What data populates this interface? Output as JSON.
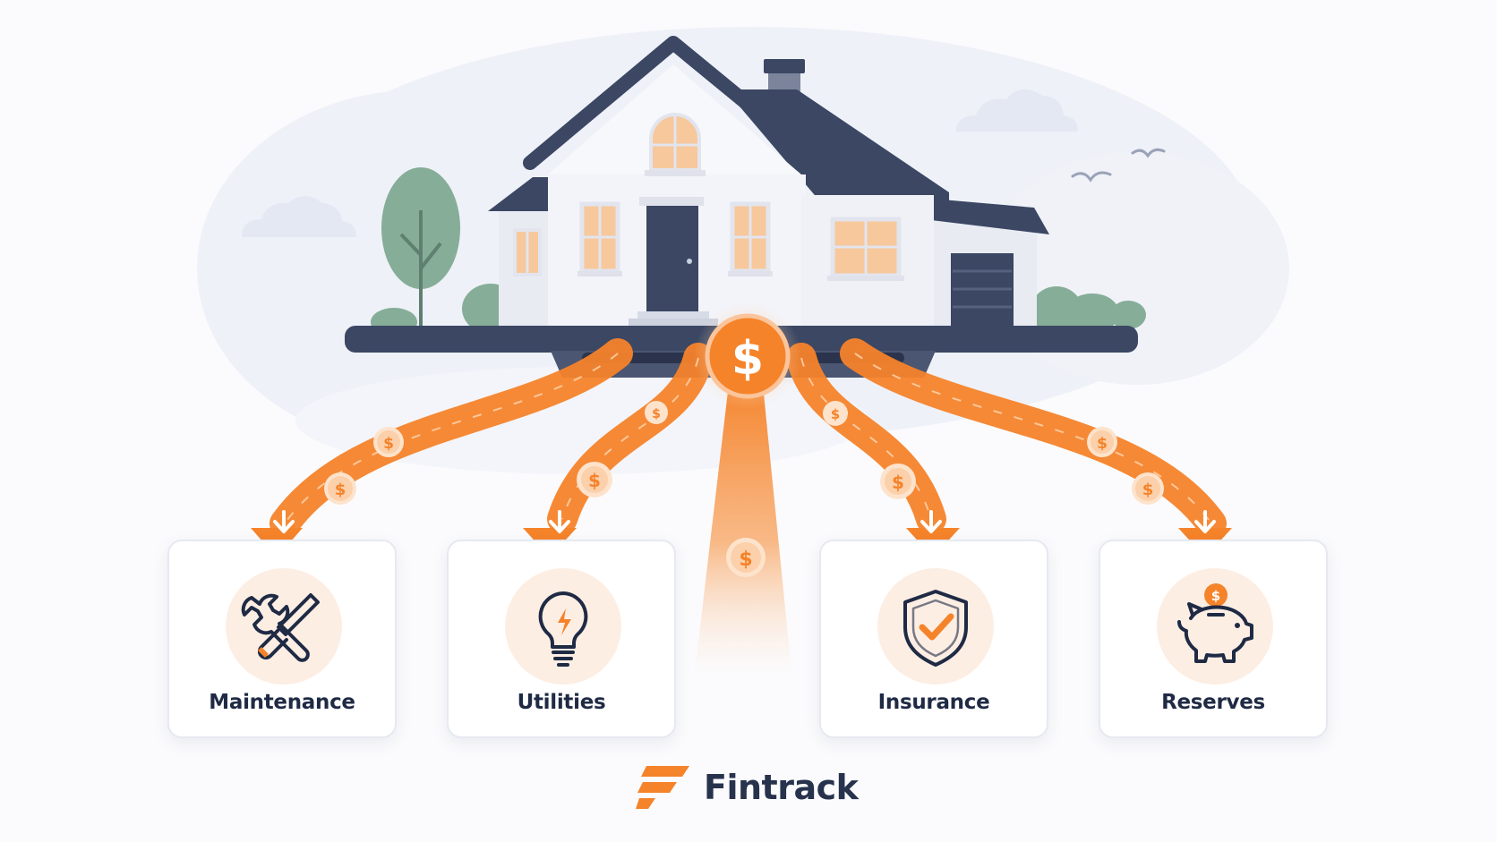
{
  "categories": [
    {
      "label": "Maintenance",
      "icon": "wrench-screwdriver-icon"
    },
    {
      "label": "Utilities",
      "icon": "lightbulb-icon"
    },
    {
      "label": "Insurance",
      "icon": "shield-check-icon"
    },
    {
      "label": "Reserves",
      "icon": "piggy-bank-icon"
    }
  ],
  "hub_symbol": "$",
  "coin_symbol": "$",
  "brand": {
    "name": "Fintrack",
    "logo": "fintrack-logo-icon"
  },
  "colors": {
    "accent": "#f5832a",
    "navy": "#3b4763",
    "text": "#1f2a44",
    "icon_bg": "#fdeee4",
    "tree": "#86ad98",
    "window": "#f7c89c"
  }
}
